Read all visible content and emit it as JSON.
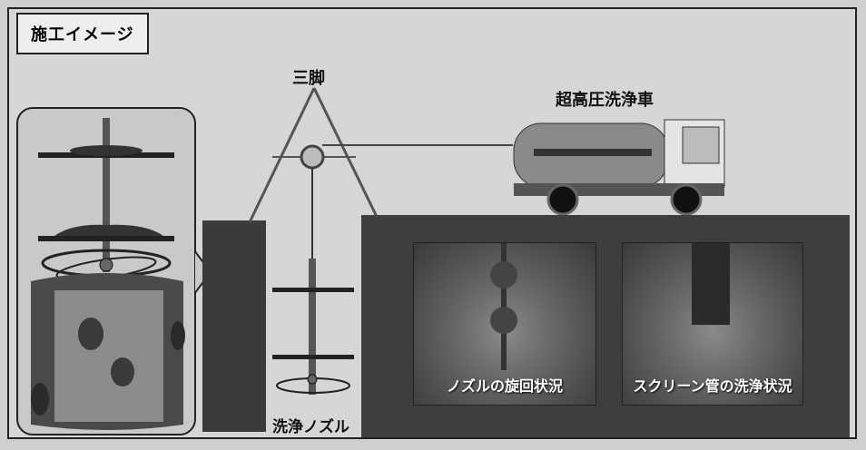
{
  "title": "施工イメージ",
  "labels": {
    "tripod": "三脚",
    "truck": "超高圧洗浄車",
    "nozzle": "洗浄ノズル"
  },
  "photos": [
    {
      "caption": "ノズルの旋回状況"
    },
    {
      "caption": "スクリーン管の洗浄状況"
    }
  ]
}
